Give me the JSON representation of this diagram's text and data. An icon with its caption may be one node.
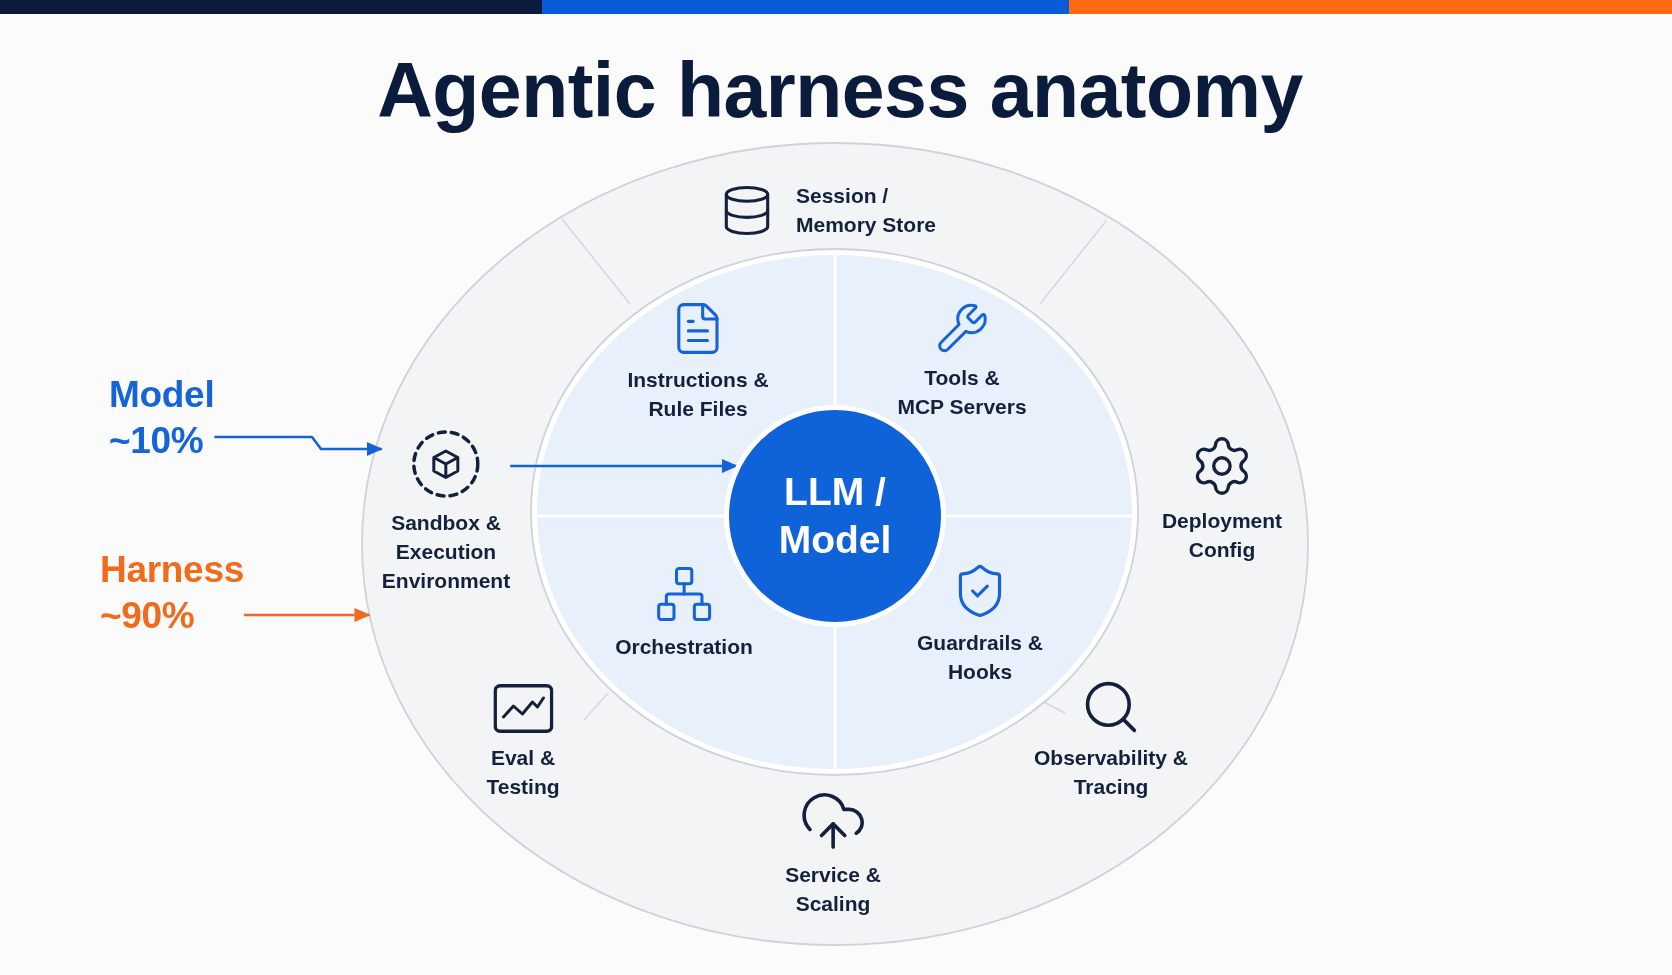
{
  "diagram": {
    "title": "Agentic harness anatomy",
    "nodes": [
      {
        "text": [],
        "shape": "circle"
      },
      {
        "text": [
          "Session / Memory Store"
        ],
        "in": 0
      },
      {
        "text": [],
        "shape": "circle",
        "in": 0
      },
      {
        "text": [
          "Instructions & Rule Files"
        ],
        "in": 2
      },
      {
        "text": [
          "Tools & MCP Servers"
        ],
        "in": 2
      },
      {
        "text": [
          "Model ~10%"
        ]
      },
      {
        "text": [
          "Sandbox & Execution Environment"
        ],
        "in": 0
      },
      {
        "text": [
          "LLM / Model"
        ],
        "in": 2
      },
      {
        "text": [
          "Deployment Config"
        ],
        "in": 0
      },
      {
        "text": [
          "Harness ~90%"
        ]
      },
      {
        "text": [
          "Orchestration"
        ],
        "in": 2
      },
      {
        "text": [
          "Guardrails & Hooks"
        ],
        "in": 2
      },
      {
        "text": [
          "Eval & Testing"
        ],
        "in": 0
      },
      {
        "text": [
          "Observability & Tracing"
        ],
        "in": 0
      },
      {
        "text": [
          "Service & Scaling"
        ],
        "in": 0
      }
    ],
    "edges": [
      {
        "from": 5,
        "to": 6,
        "arrow": "to"
      },
      {
        "from": 6,
        "to": 7,
        "arrow": "to"
      },
      {
        "from": 9,
        "to": 0,
        "arrow": "to",
        "color": "#f26a1b"
      }
    ]
  }
}
